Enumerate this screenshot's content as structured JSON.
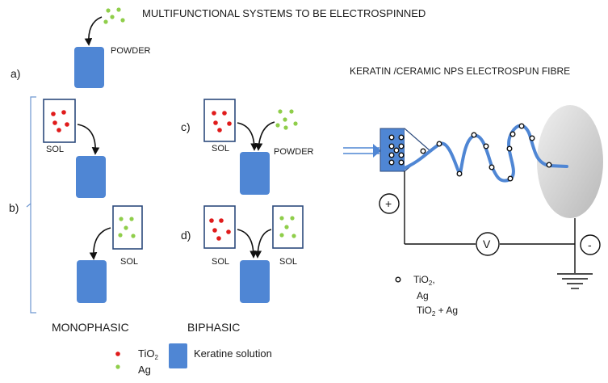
{
  "title": "MULTIFUNCTIONAL SYSTEMS TO BE ELECTROSPINNED",
  "right_title": "KERATIN /CERAMIC NPS ELECTROSPUN FIBRE",
  "labels": {
    "a": "a)",
    "b": "b)",
    "c": "c)",
    "d": "d)",
    "powder": "POWDER",
    "sol": "SOL",
    "monophasic": "MONOPHASIC",
    "biphasic": "BIPHASIC",
    "plus": "+",
    "minus": "-",
    "voltmeter": "V"
  },
  "legend": {
    "tio2": "TiO",
    "tio2_sub": "2",
    "ag": "Ag",
    "keratine": "Keratine solution"
  },
  "fibre_legend": {
    "tio2": "TiO",
    "tio2_sub": "2",
    "tio2_comma": ",",
    "ag": "Ag",
    "combo_prefix": "TiO",
    "combo_sub": "2",
    "combo_suffix": " + Ag"
  },
  "colors": {
    "keratin_blue": "#4f86d4",
    "tio2_red": "#e01b1b",
    "ag_green": "#8fce4a",
    "box_border": "#2c4a7c",
    "bracket": "#6d96d0",
    "collector_gray": "#d4d4d4"
  }
}
